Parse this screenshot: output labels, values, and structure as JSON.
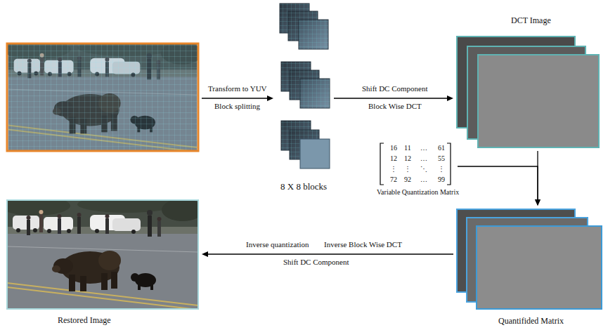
{
  "diagram": {
    "nodes": [
      {
        "text": [
          "8 X 8 blocks"
        ]
      },
      {
        "text": [
          "DCT Image"
        ]
      },
      {
        "text": [
          "16",
          "11",
          "…",
          "61",
          "12",
          "12",
          "…",
          "55",
          "⋮",
          "⋮",
          "⋱",
          "⋮",
          "72",
          "92",
          "…",
          "99",
          "Variable Quantization Matrix"
        ]
      },
      {
        "text": [
          "Quantifided Matrix"
        ]
      },
      {
        "text": [
          "Restored Image"
        ]
      }
    ],
    "edges": [
      {
        "from": 0,
        "to": 1,
        "arrow": "to",
        "label": "Shift DC Component"
      },
      {
        "from": 1,
        "to": 3,
        "arrow": "to"
      },
      {
        "from": 2,
        "to": 3,
        "arrow": "to"
      },
      {
        "from": 3,
        "to": 4,
        "arrow": "to",
        "label": "Shift DC Component"
      }
    ],
    "labels": [
      "Transform to YUV",
      "Block splitting",
      "Block Wise DCT",
      "Inverse quantization",
      "Inverse Block Wise DCT"
    ]
  }
}
